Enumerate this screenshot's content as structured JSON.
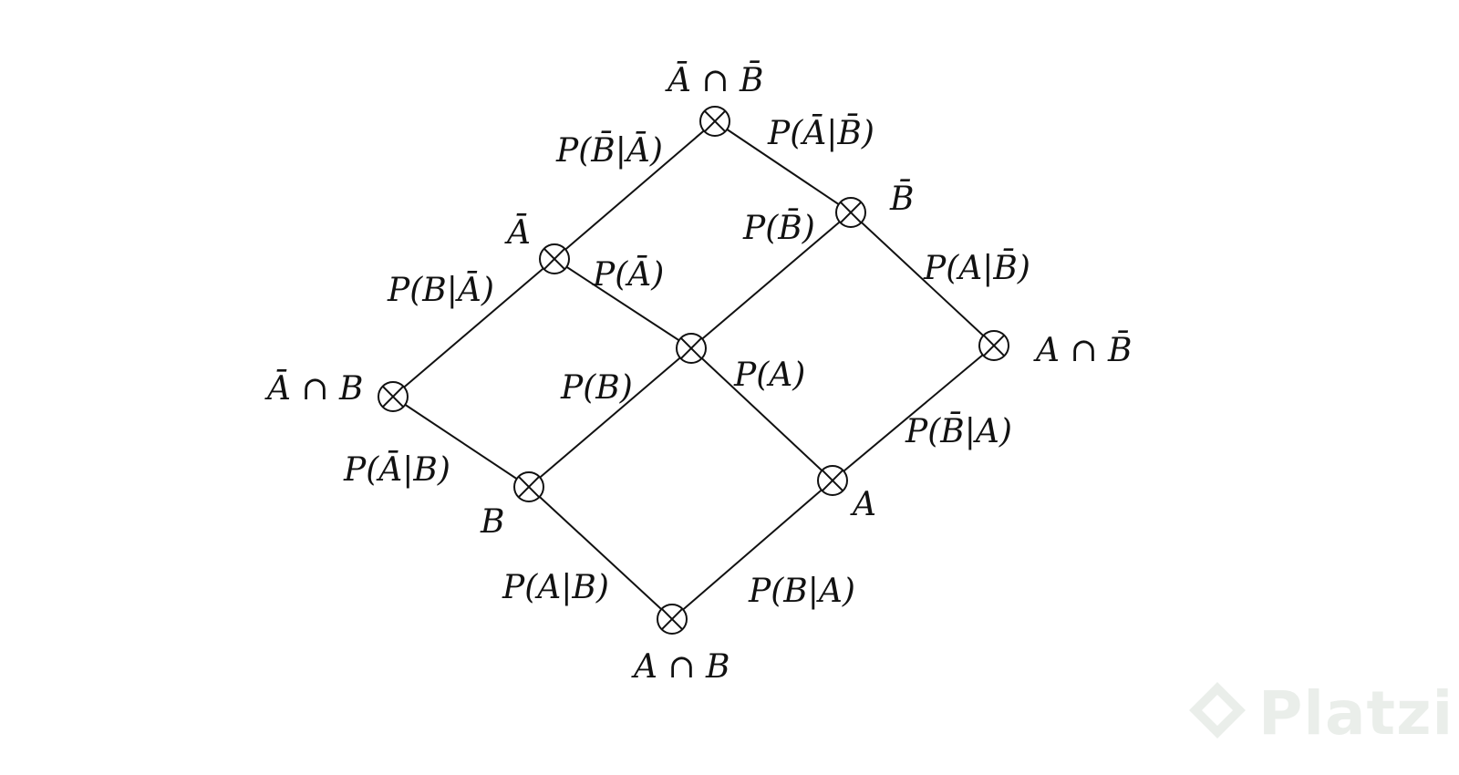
{
  "nodes": {
    "top": {
      "label": "Ā ∩ B̄"
    },
    "a_bar": {
      "label": "Ā"
    },
    "b_bar": {
      "label": "B̄"
    },
    "a_bar_and_b": {
      "label": "Ā ∩ B"
    },
    "a_and_b_bar": {
      "label": "A ∩ B̄"
    },
    "center": {
      "label": ""
    },
    "b": {
      "label": "B"
    },
    "a": {
      "label": "A"
    },
    "bottom": {
      "label": "A ∩ B"
    }
  },
  "edges": {
    "p_bbar_given_abar": "P(B̄|Ā)",
    "p_abar_given_bbar": "P(Ā|B̄)",
    "p_b_given_abar": "P(B|Ā)",
    "p_abar": "P(Ā)",
    "p_bbar": "P(B̄)",
    "p_a_given_bbar": "P(A|B̄)",
    "p_b": "P(B)",
    "p_a": "P(A)",
    "p_abar_given_b": "P(Ā|B)",
    "p_bbar_given_a": "P(B̄|A)",
    "p_a_given_b": "P(A|B)",
    "p_b_given_a": "P(B|A)"
  },
  "watermark": {
    "text": "Platzi",
    "icon": "platzi-logo-icon",
    "color": "#8fa48f"
  }
}
